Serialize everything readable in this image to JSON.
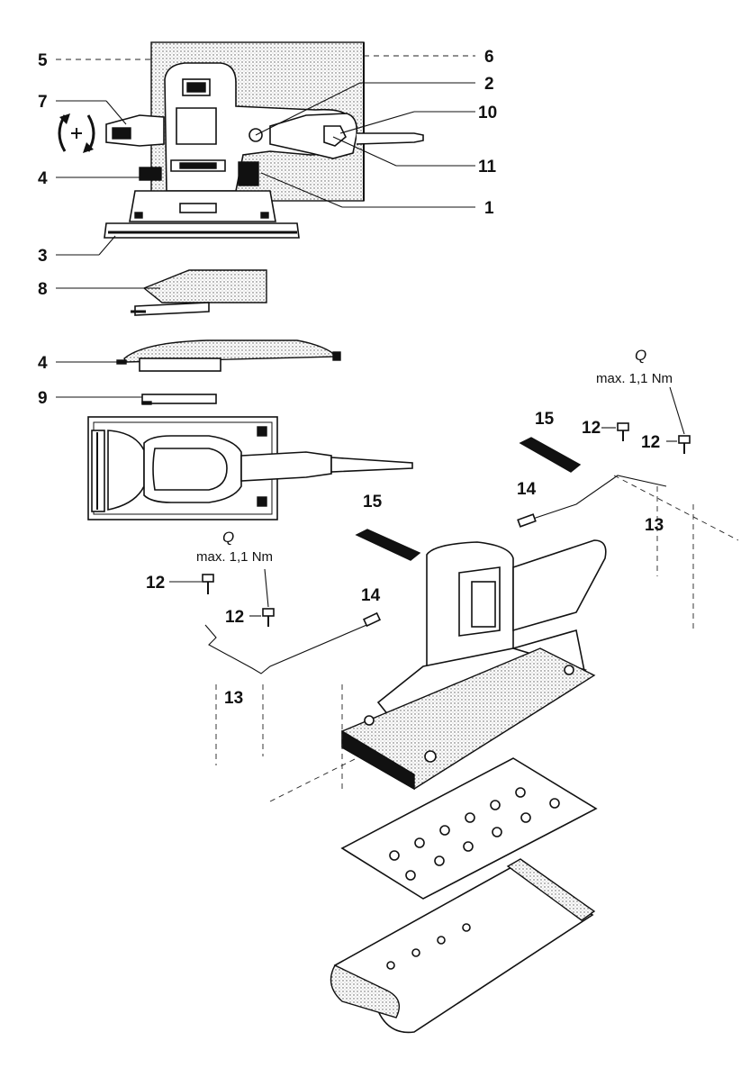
{
  "labels": {
    "l1": "1",
    "l2": "2",
    "l3": "3",
    "l4a": "4",
    "l4b": "4",
    "l5": "5",
    "l6": "6",
    "l7": "7",
    "l8": "8",
    "l9": "9",
    "l10": "10",
    "l11": "11",
    "l12a": "12",
    "l12b": "12",
    "l12c": "12",
    "l12d": "12",
    "l13a": "13",
    "l13b": "13",
    "l14a": "14",
    "l14b": "14",
    "l15a": "15",
    "l15b": "15"
  },
  "torque": {
    "symbol": "Q",
    "value": "max. 1,1 Nm"
  },
  "icons": [
    "orbital-sander",
    "speed-dial",
    "dust-bag",
    "sanding-sheet",
    "clamp-lever",
    "screw"
  ]
}
